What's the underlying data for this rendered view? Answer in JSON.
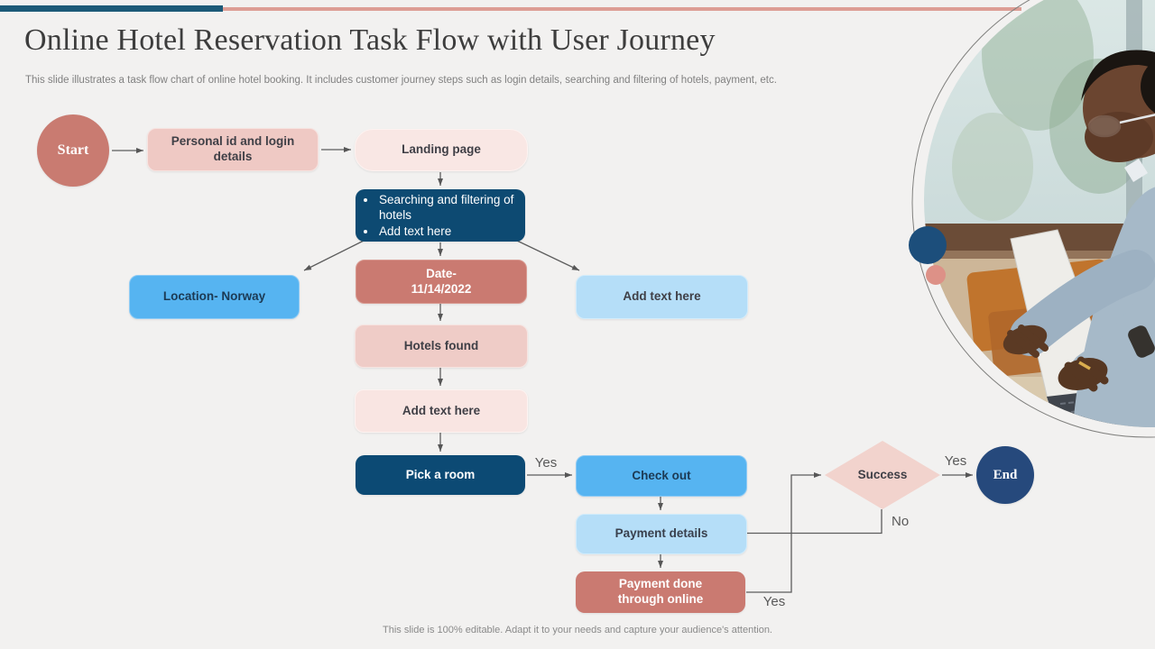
{
  "slide": {
    "title": "Online Hotel Reservation Task Flow with User Journey",
    "subtitle": "This slide illustrates a task flow chart of online hotel booking. It includes customer journey steps such as login details, searching and filtering of hotels, payment, etc.",
    "footer": "This slide is 100% editable. Adapt it to your needs and capture your audience's attention."
  },
  "flow": {
    "nodes": {
      "start": {
        "label": "Start",
        "shape": "circle"
      },
      "personal": {
        "label": "Personal id and login details",
        "shape": "rounded-box"
      },
      "landing": {
        "label": "Landing page",
        "shape": "rounded-box"
      },
      "search_bullets": {
        "shape": "rounded-box",
        "items": [
          "Searching and filtering of hotels",
          "Add text here"
        ]
      },
      "location": {
        "label": "Location- Norway",
        "shape": "rounded-box"
      },
      "date": {
        "line1": "Date-",
        "line2": "11/14/2022",
        "shape": "rounded-box"
      },
      "add_text_right": {
        "label": "Add text here",
        "shape": "rounded-box"
      },
      "hotels_found": {
        "label": "Hotels found",
        "shape": "rounded-box"
      },
      "add_text_mid": {
        "label": "Add text here",
        "shape": "rounded-box"
      },
      "pick_room": {
        "label": "Pick a room",
        "shape": "rounded-box"
      },
      "check_out": {
        "label": "Check out",
        "shape": "rounded-box"
      },
      "payment_details": {
        "label": "Payment details",
        "shape": "rounded-box"
      },
      "payment_done": {
        "label": "Payment done through online",
        "shape": "rounded-box"
      },
      "success": {
        "label": "Success",
        "shape": "diamond"
      },
      "end": {
        "label": "End",
        "shape": "circle"
      }
    },
    "edge_labels": {
      "pick_to_checkout": "Yes",
      "payment_done_to_success": "Yes",
      "success_to_end": "Yes",
      "success_to_payment_details": "No"
    }
  },
  "photo": {
    "description": "Man with glasses typing on a laptop at a desk in front of a window"
  },
  "colors": {
    "background": "#f2f1f0",
    "topbar_blue": "#1c5a78",
    "topbar_salmon": "#dd9e95",
    "salmon": "#ca7a71",
    "pink_light": "#efccc7",
    "pink_lighter": "#f9e7e4",
    "navy_dark": "#0c4a74",
    "navy_end": "#26497c",
    "blue_bright": "#56b4f1",
    "blue_light": "#b5def8",
    "connector_gray": "#595959",
    "accent_dot_navy": "#1c4e7b",
    "accent_dot_salmon": "#dd9187"
  }
}
